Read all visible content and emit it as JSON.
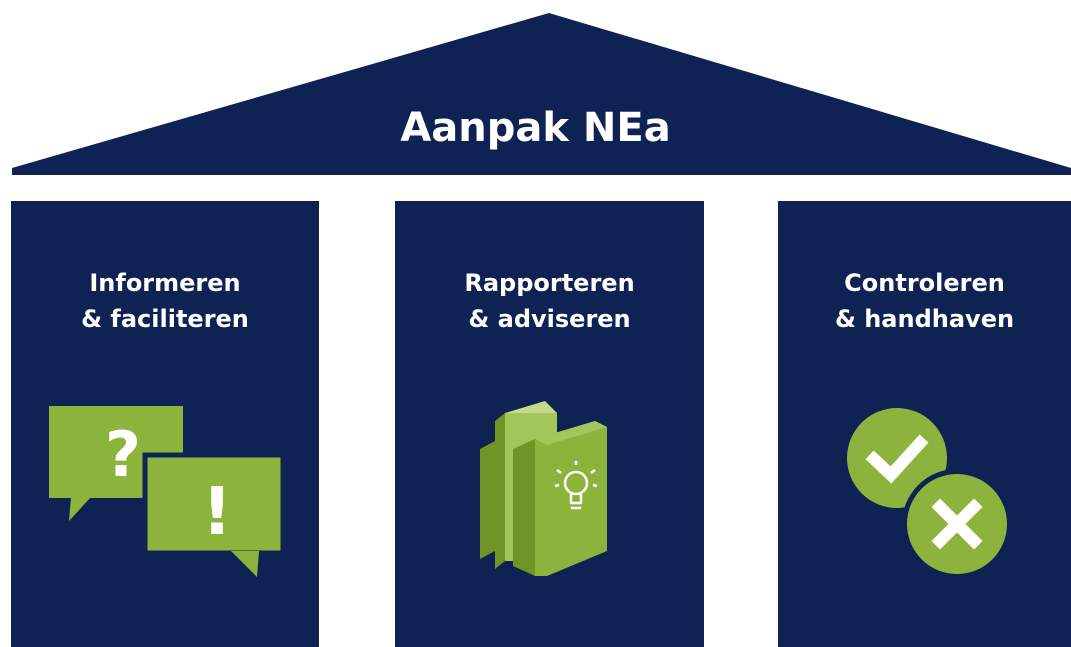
{
  "title": "Aanpak NEa",
  "pillars": [
    {
      "line1": "Informeren",
      "line2": "& faciliteren",
      "icon": "speech-bubbles-question-exclamation-icon"
    },
    {
      "line1": "Rapporteren",
      "line2": "& adviseren",
      "icon": "books-lightbulb-icon"
    },
    {
      "line1": "Controleren",
      "line2": "& handhaven",
      "icon": "check-and-cross-icon"
    }
  ],
  "icon_glyphs": {
    "question": "?",
    "exclamation": "!"
  },
  "colors": {
    "navy": "#0e2353",
    "green": "#8cb43c",
    "green_light": "#a3c65a",
    "green_dark": "#6f9428",
    "white": "#ffffff"
  }
}
